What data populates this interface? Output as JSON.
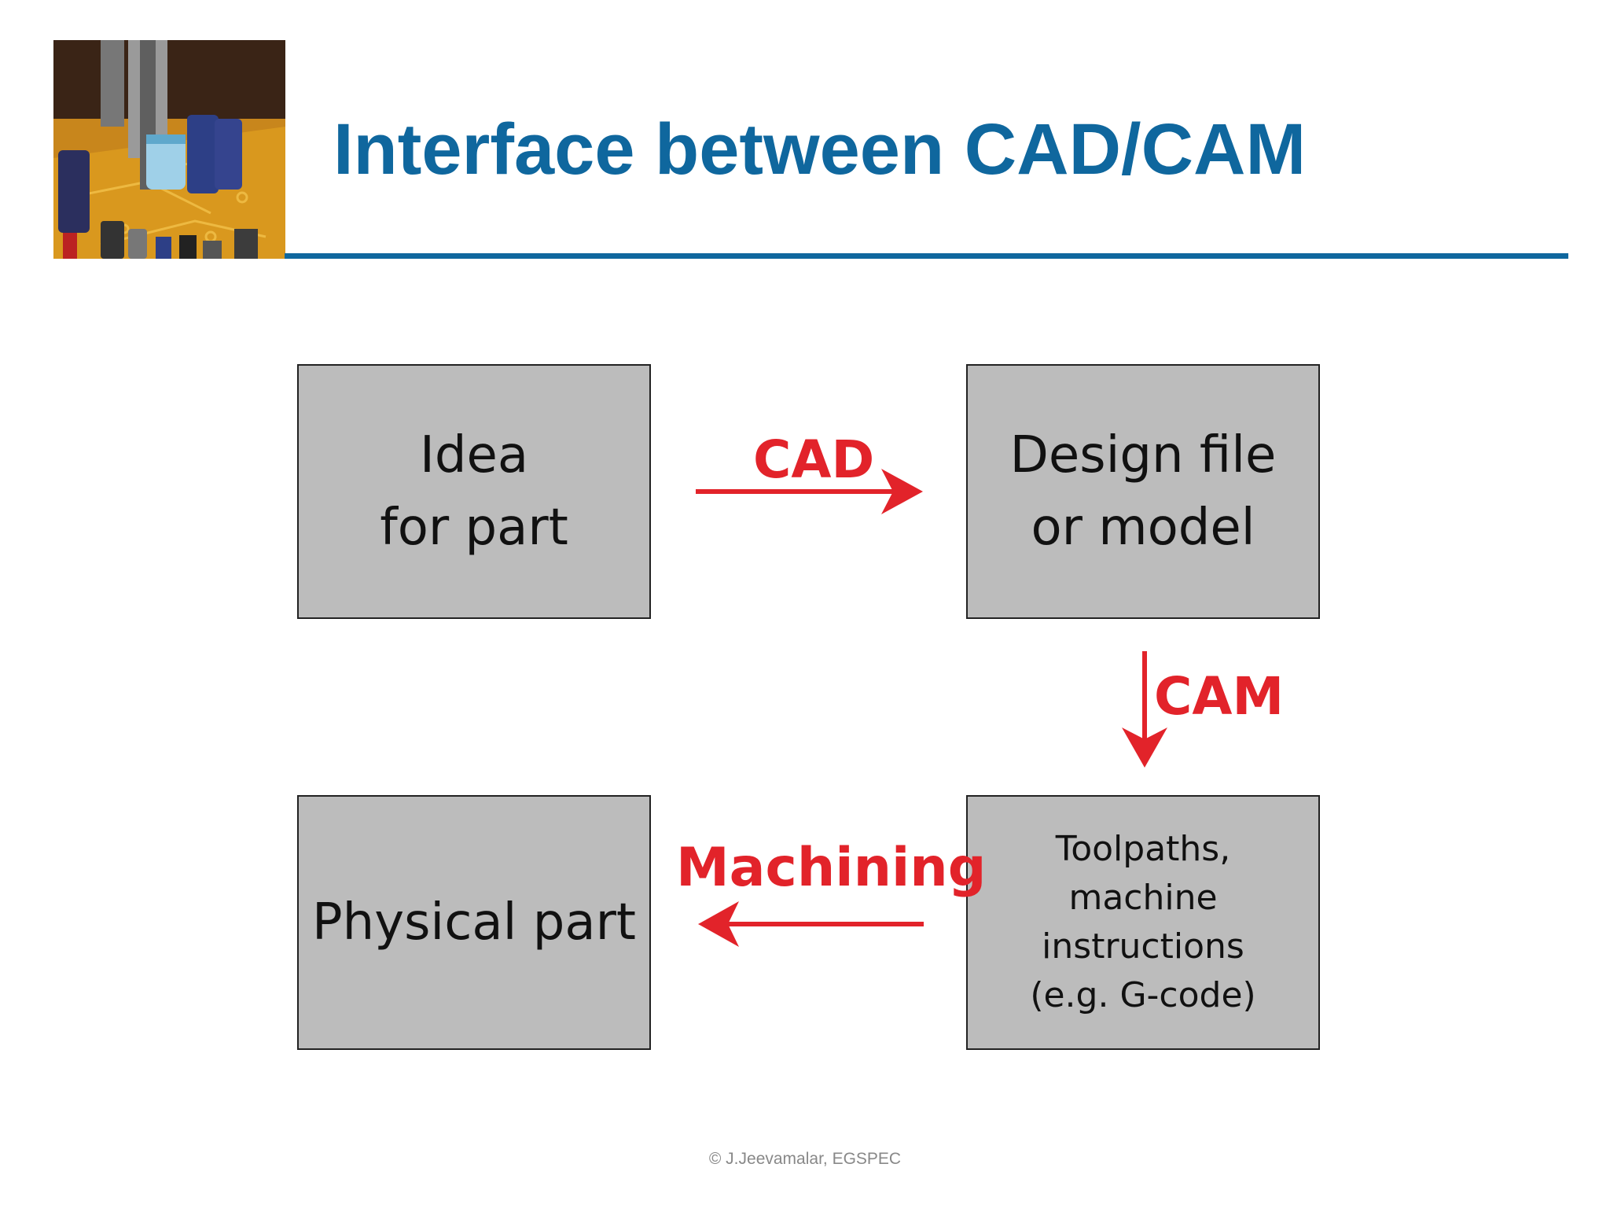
{
  "slide": {
    "title": "Interface between CAD/CAM",
    "header_image": "circuit-board-photo",
    "footer": "© J.Jeevamalar,  EGSPEC",
    "colors": {
      "title": "#0f679e",
      "rule": "#0f679e",
      "arrow": "#e2232a",
      "box_fill": "#bcbcbc"
    }
  },
  "diagram": {
    "boxes": {
      "idea": [
        "Idea",
        "for part"
      ],
      "design": [
        "Design file",
        "or model"
      ],
      "toolpaths": [
        "Toolpaths,",
        "machine",
        "instructions",
        "(e.g. G-code)"
      ],
      "physical": [
        "Physical part"
      ]
    },
    "arrows": {
      "cad": "CAD",
      "cam": "CAM",
      "machining": "Machining"
    }
  }
}
